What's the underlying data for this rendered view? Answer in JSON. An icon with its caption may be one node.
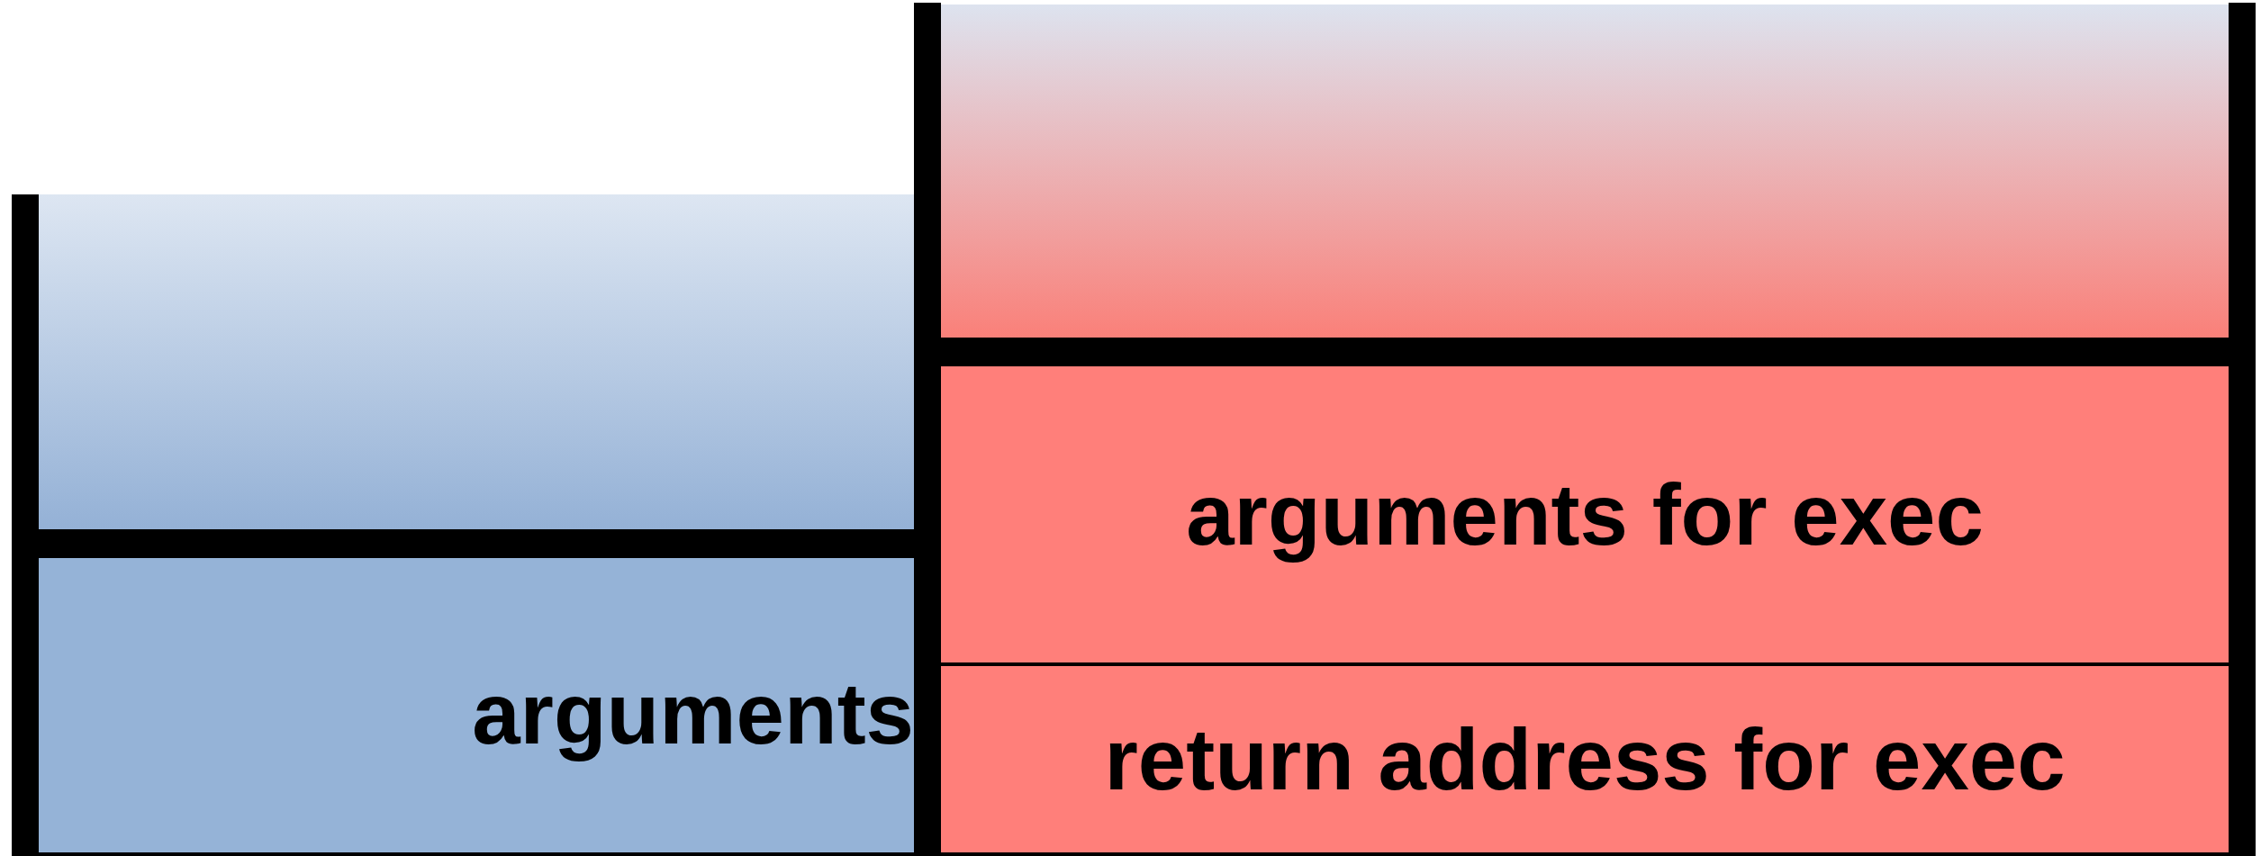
{
  "diagram": {
    "nodes": [
      {
        "text": [],
        "shape": "box"
      },
      {
        "text": [
          "arguments"
        ]
      },
      {
        "text": [],
        "shape": "box"
      },
      {
        "text": [
          "arguments for exec"
        ]
      },
      {
        "text": [
          "return address for exec"
        ]
      }
    ]
  }
}
